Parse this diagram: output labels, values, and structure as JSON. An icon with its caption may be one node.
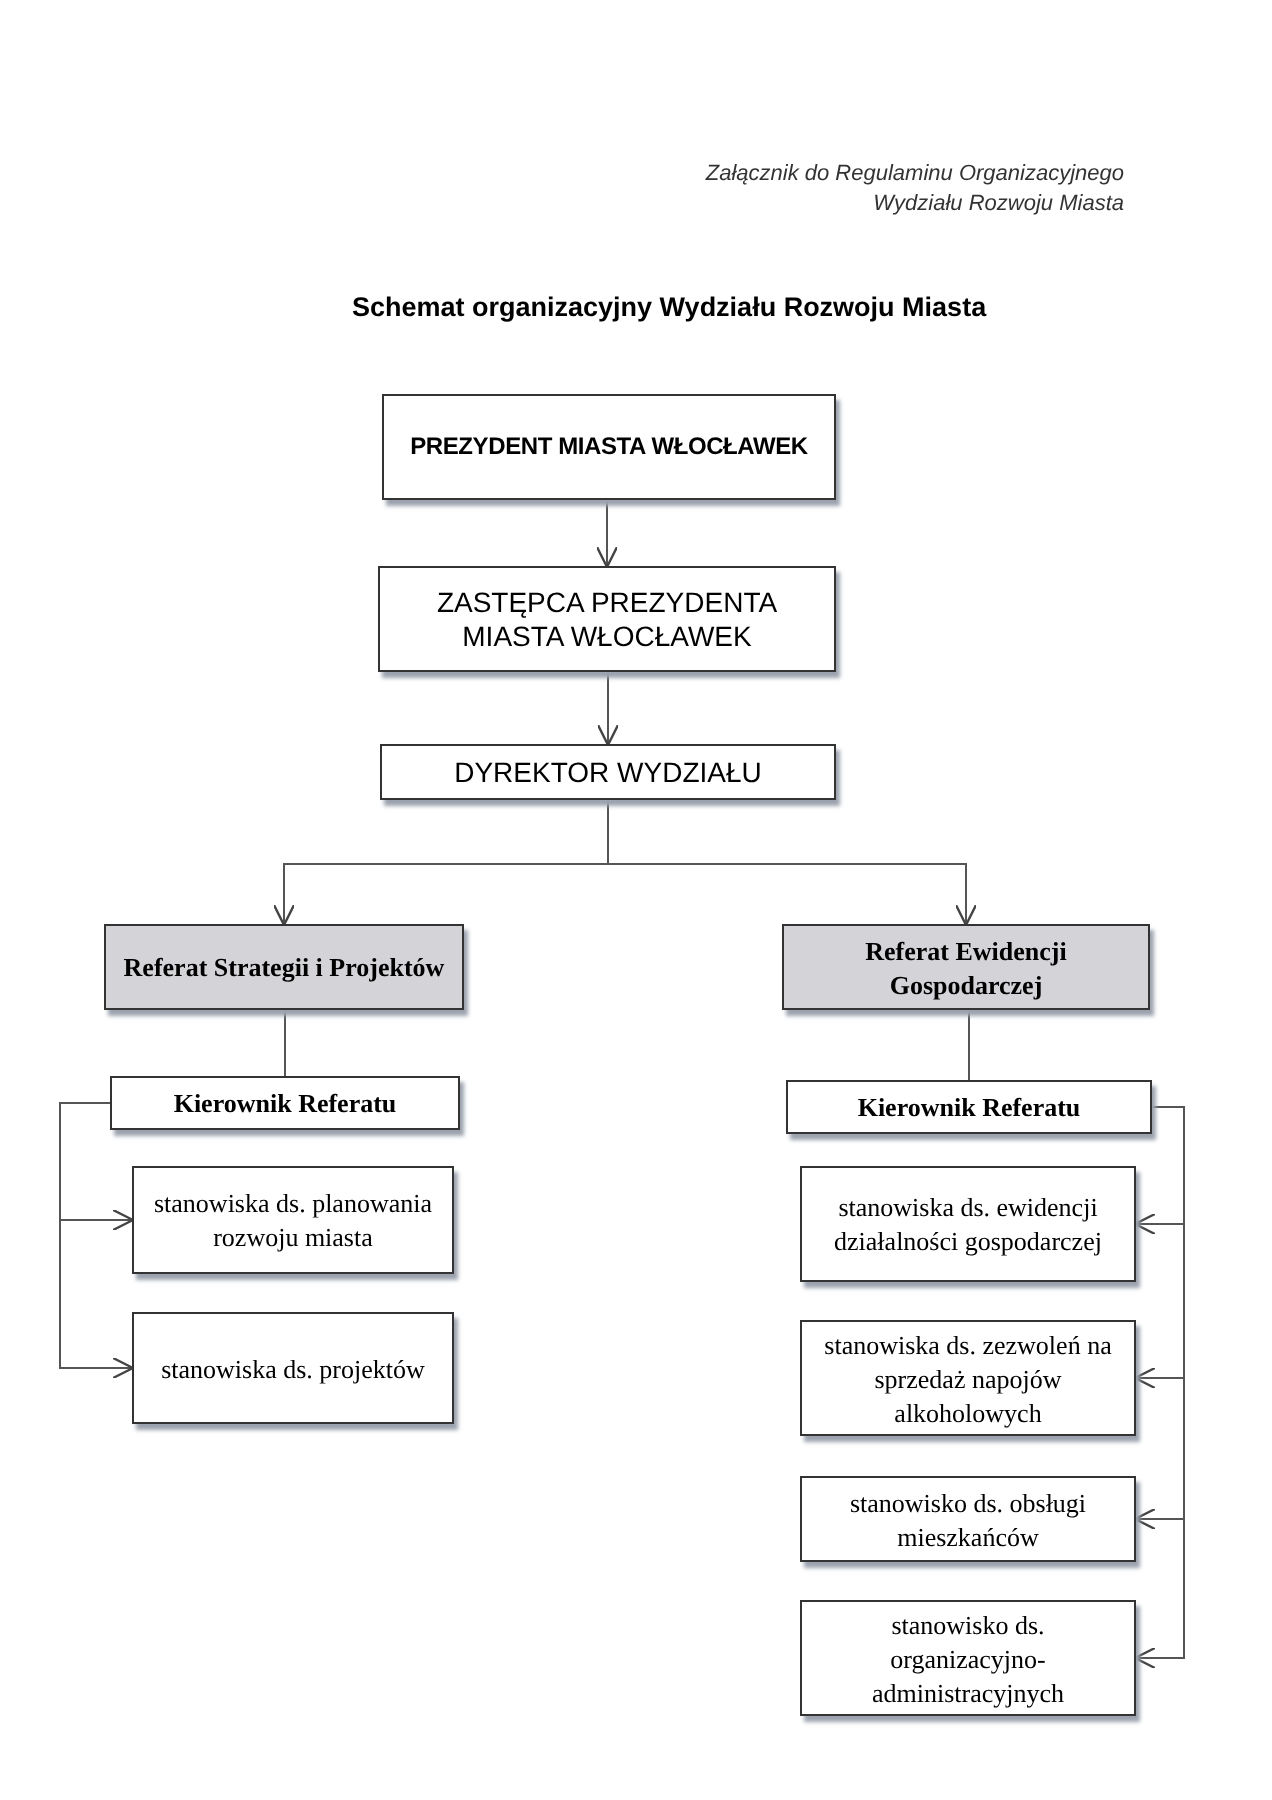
{
  "diagram": {
    "title": "Schemat organizacyjny Wydziału Rozwoju Miasta",
    "nodes": [
      {
        "text": [
          "PREZYDENT MIASTA WŁOCŁAWEK"
        ]
      },
      {
        "text": [
          "ZASTĘPCA PREZYDENTA MIASTA WŁOCŁAWEK"
        ]
      },
      {
        "text": [
          "DYREKTOR WYDZIAŁU"
        ]
      },
      {
        "text": [
          "Referat Strategii i Projektów"
        ]
      },
      {
        "text": [
          "Referat Ewidencji Gospodarczej"
        ]
      },
      {
        "text": [
          "Kierownik Referatu"
        ]
      },
      {
        "text": [
          "stanowiska ds. planowania rozwoju miasta"
        ]
      },
      {
        "text": [
          "stanowiska ds. projektów"
        ]
      },
      {
        "text": [
          "Kierownik Referatu"
        ]
      },
      {
        "text": [
          "stanowiska ds. ewidencji działalności gospodarczej"
        ]
      },
      {
        "text": [
          "stanowiska ds. zezwoleń na sprzedaż napojów alkoholowych"
        ]
      },
      {
        "text": [
          "stanowisko ds. obsługi mieszkańców"
        ]
      },
      {
        "text": [
          "stanowisko ds. organizacyjno-administracyjnych"
        ]
      }
    ],
    "edges": [
      {
        "from": 0,
        "to": 1,
        "arrow": "to"
      },
      {
        "from": 1,
        "to": 2,
        "arrow": "to"
      },
      {
        "from": 2,
        "to": 3,
        "arrow": "to"
      },
      {
        "from": 2,
        "to": 4,
        "arrow": "to"
      },
      {
        "from": 3,
        "to": 5,
        "arrow": "none"
      },
      {
        "from": 4,
        "to": 8,
        "arrow": "none"
      },
      {
        "from": 5,
        "to": 6,
        "arrow": "to"
      },
      {
        "from": 5,
        "to": 7,
        "arrow": "to"
      },
      {
        "from": 8,
        "to": 9,
        "arrow": "to"
      },
      {
        "from": 8,
        "to": 10,
        "arrow": "to"
      },
      {
        "from": 8,
        "to": 11,
        "arrow": "to"
      },
      {
        "from": 8,
        "to": 12,
        "arrow": "to"
      }
    ],
    "labels": [
      "Załącznik do Regulaminu Organizacyjnego Wydziału Rozwoju Miasta"
    ]
  }
}
